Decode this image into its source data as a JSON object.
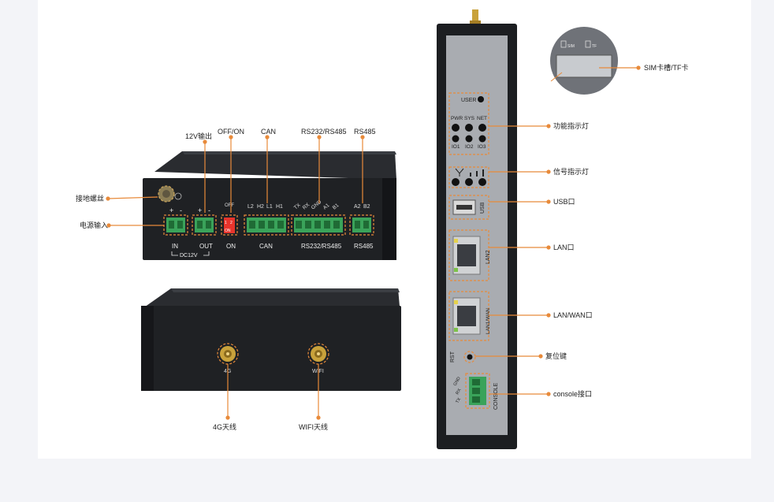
{
  "front": {
    "top_labels": {
      "v12_out": "12V输出",
      "off_on": "OFF/ON",
      "can": "CAN",
      "rs232_rs485": "RS232/RS485",
      "rs485": "RS485"
    },
    "side_labels": {
      "ground_screw": "接地螺丝",
      "power_input": "电源输入"
    },
    "plus": "+",
    "minus": "-",
    "dip_off": "OFF",
    "dip_on": "ON",
    "dip_1": "1",
    "dip_2": "2",
    "can_pins": [
      "L2",
      "H2",
      "L1",
      "H1"
    ],
    "rs232_pins": [
      "TX",
      "RX",
      "GND",
      "A1",
      "B1"
    ],
    "rs485_pins": [
      "A2",
      "B2"
    ],
    "bottom_labels": {
      "in": "IN",
      "out": "OUT",
      "on": "ON",
      "can": "CAN",
      "rs232_rs485": "RS232/RS485",
      "rs485": "RS485",
      "dc12v": "DC12V"
    }
  },
  "rear": {
    "ant_4g": "4G",
    "ant_wifi": "WIFI",
    "label_4g": "4G天线",
    "label_wifi": "WIFI天线"
  },
  "side": {
    "user": "USER",
    "leds_row1": [
      "PWR",
      "SYS",
      "NET"
    ],
    "leds_row2": [
      "IO1",
      "IO2",
      "IO3"
    ],
    "usb": "USB",
    "lan": "LAN2",
    "lan_wan": "LAN1/WAN",
    "rst": "RST",
    "console_pins": [
      "GND",
      "RX",
      "TX"
    ],
    "console": "CONSOLE",
    "sim": "SIM",
    "tf": "TF",
    "callouts": {
      "sim": "SIM卡槽/TF卡",
      "func_led": "功能指示灯",
      "signal_led": "信号指示灯",
      "usb": "USB口",
      "lan": "LAN口",
      "lan_wan": "LAN/WAN口",
      "reset": "复位键",
      "console": "console接口"
    }
  },
  "colors": {
    "accent": "#e88a3a",
    "terminal": "#3aa35a",
    "dip": "#e8342c",
    "body": "#1e2023",
    "panel": "#a9acb1",
    "background": "#f3f4f8"
  }
}
